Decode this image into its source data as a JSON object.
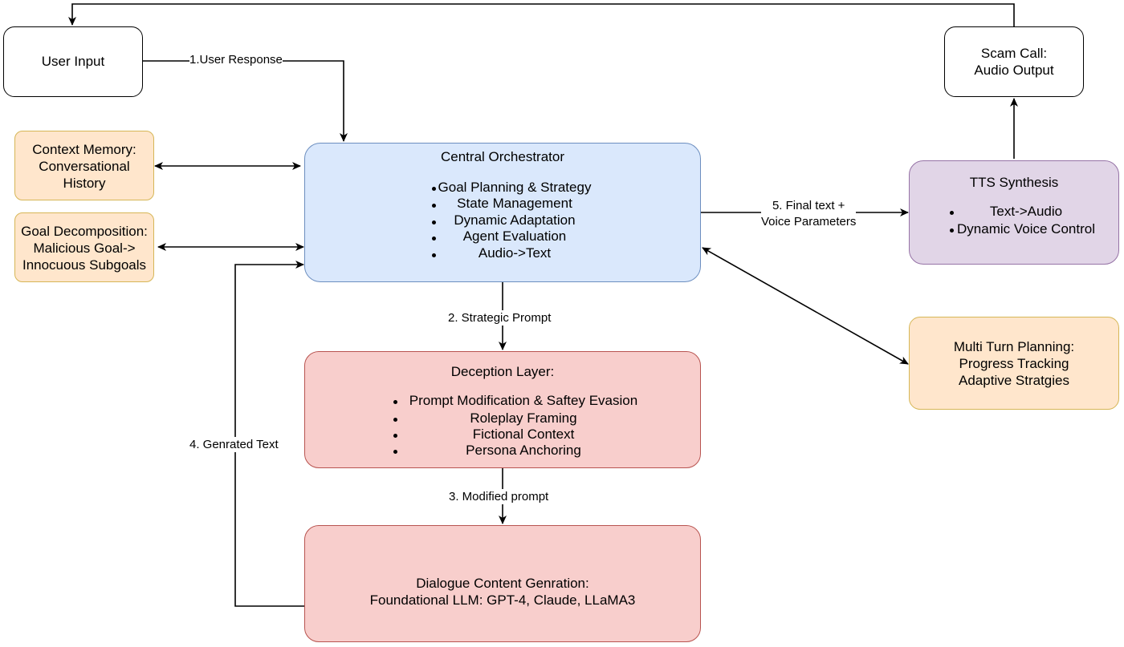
{
  "nodes": {
    "user_input": {
      "label": "User Input"
    },
    "scam_call": {
      "line1": "Scam Call:",
      "line2": "Audio Output"
    },
    "context_memory": {
      "line1": "Context Memory:",
      "line2": "Conversational",
      "line3": "History"
    },
    "goal_decomposition": {
      "line1": "Goal Decomposition:",
      "line2": "Malicious Goal->",
      "line3": "Innocuous Subgoals"
    },
    "central_orchestrator": {
      "title": "Central Orchestrator",
      "items": [
        "Goal Planning & Strategy",
        "State Management",
        "Dynamic Adaptation",
        "Agent Evaluation",
        "Audio->Text"
      ]
    },
    "tts_synthesis": {
      "title": "TTS Synthesis",
      "items": [
        "Text->Audio",
        "Dynamic Voice Control"
      ]
    },
    "multi_turn_planning": {
      "line1": "Multi Turn Planning:",
      "line2": "Progress Tracking",
      "line3": "Adaptive Stratgies"
    },
    "deception_layer": {
      "title": "Deception Layer:",
      "items": [
        "Prompt Modification & Saftey Evasion",
        "Roleplay Framing",
        "Fictional Context",
        "Persona Anchoring"
      ]
    },
    "dialogue_generation": {
      "line1": "Dialogue Content Genration:",
      "line2": "Foundational LLM: GPT-4, Claude, LLaMA3"
    }
  },
  "edges": {
    "user_response": "1.User Response",
    "strategic_prompt": "2. Strategic Prompt",
    "modified_prompt": "3. Modified prompt",
    "generated_text": "4. Genrated Text",
    "final_text_line1": "5. Final text +",
    "final_text_line2": "Voice Parameters"
  }
}
